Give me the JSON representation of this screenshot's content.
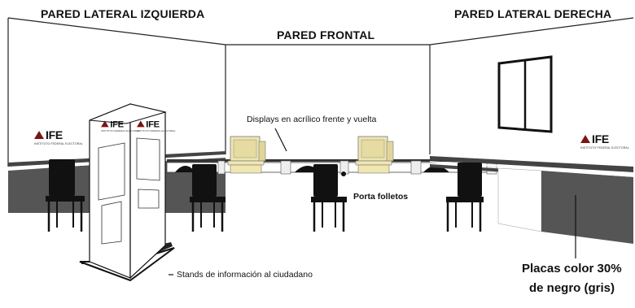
{
  "walls": {
    "left": "PARED LATERAL IZQUIERDA",
    "front": "PARED FRONTAL",
    "right": "PARED LATERAL DERECHA"
  },
  "annotations": {
    "displays": "Displays en acrílico frente y vuelta",
    "porta_folletos": "Porta folletos",
    "stands": "Stands de información al ciudadano",
    "placas_line1": "Placas color 30%",
    "placas_line2": "de negro (gris)"
  },
  "logos": {
    "text": "IFE",
    "subtitle": "INSTITUTO FEDERAL ELECTORAL"
  },
  "colors": {
    "logo_red": "#7a1414",
    "gray_panel": "#555555",
    "monitor": "#efe6b0"
  }
}
